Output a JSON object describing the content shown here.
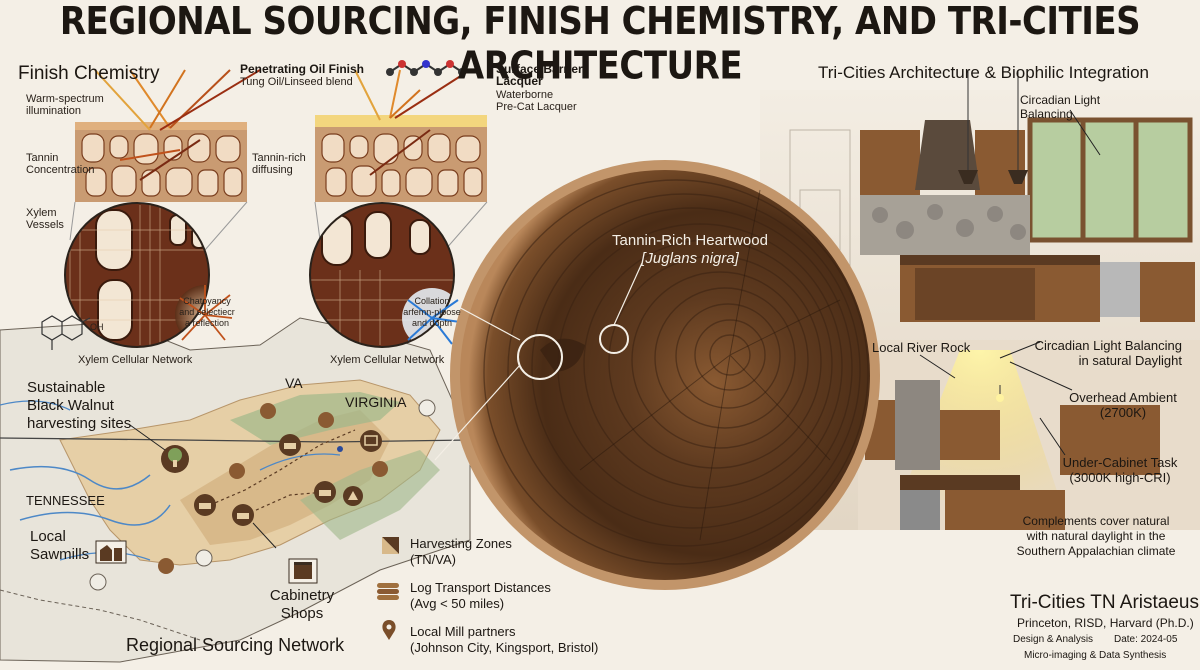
{
  "title": "REGIONAL SOURCING, FINISH CHEMISTRY, AND TRI-CITIES ARCHITECTURE",
  "finish": {
    "heading": "Finish Chemistry",
    "oil_title": "Penetrating Oil Finish",
    "oil_sub": "Tung Oil/Linseed blend",
    "lacquer_title_1": "Surface Barrier",
    "lacquer_title_2": "Lacquer",
    "lacquer_sub_1": "Waterborne",
    "lacquer_sub_2": "Pre-Cat Lacquer",
    "warm_1": "Warm-spectrum",
    "warm_2": "illumination",
    "tannin_conc_1": "Tannin",
    "tannin_conc_2": "Concentration",
    "tannin_diff_1": "Tannin-rich",
    "tannin_diff_2": "diffusing",
    "xylem_1": "Xylem",
    "xylem_2": "Vessels",
    "chatoy_1": "Chatoyancy",
    "chatoy_2": "and selectiecr",
    "chatoy_3": "a reflection",
    "collat_1": "Collation",
    "collat_2": "arfemn-ploose",
    "collat_3": "and doptn",
    "network_left": "Xylem Cellular Network",
    "network_right": "Xylem Cellular Network",
    "molecule_label": "OH"
  },
  "wood": {
    "label_1": "Tannin-Rich Heartwood",
    "label_2": "[Juglans nigra]"
  },
  "map": {
    "va": "VA",
    "virginia": "VIRGINIA",
    "tennessee": "TENNESSEE",
    "sites_1": "Sustainable",
    "sites_2": "Black Walnut",
    "sites_3": "harvesting sites",
    "sawmills_1": "Local",
    "sawmills_2": "Sawmills",
    "cabinetry_1": "Cabinetry",
    "cabinetry_2": "Shops",
    "footer": "Regional Sourcing Network"
  },
  "legend": [
    {
      "icon": "harvest-zone-swatch",
      "line1": "Harvesting Zones",
      "line2": "(TN/VA)"
    },
    {
      "icon": "log-icon",
      "line1": "Log Transport Distances",
      "line2": "(Avg < 50 miles)"
    },
    {
      "icon": "map-pin-icon",
      "line1": "Local Mill partners",
      "line2": "(Johnson City, Kingsport, Bristol)"
    }
  ],
  "arch": {
    "heading": "Tri-Cities Architecture & Biophilic Integration",
    "circadian_1": "Circadian Light",
    "circadian_2": "Balancing",
    "river_rock": "Local River Rock",
    "daylight_1": "Circadian Light Balancing",
    "daylight_2": "in satural Daylight",
    "ambient_1": "Overhead Ambient",
    "ambient_2": "(2700K)",
    "task_1": "Under-Cabinet Task",
    "task_2": "(3000K high-CRI)",
    "comp_1": "Complements cover natural",
    "comp_2": "with natural daylight in the",
    "comp_3": "Southern Appalachian climate"
  },
  "credits": {
    "name": "Tri-Cities TN Aristaeus",
    "schools": "Princeton, RISD, Harvard (Ph.D.)",
    "role": "Design & Analysis",
    "date": "Date: 2024-05",
    "method": "Micro-imaging & Data Synthesis"
  }
}
